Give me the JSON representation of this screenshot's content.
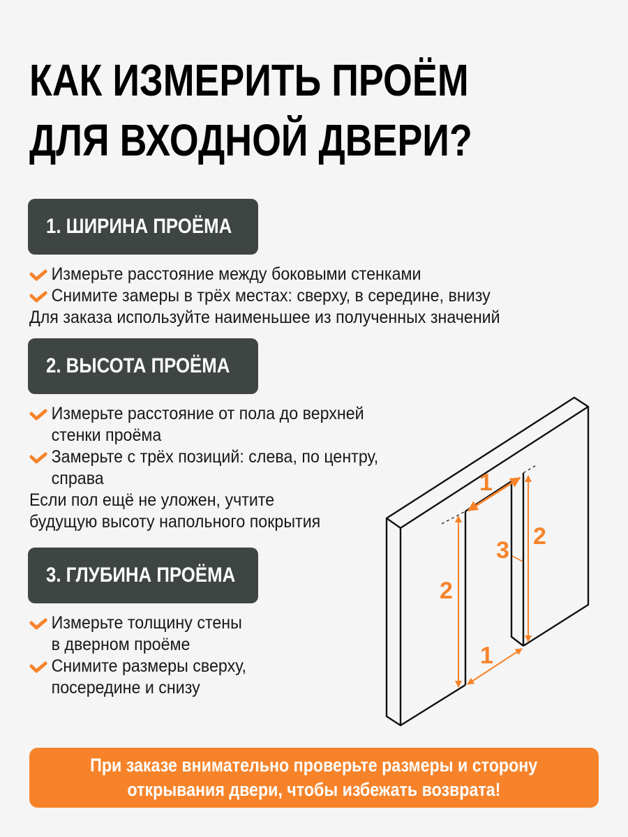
{
  "title": {
    "line1": "КАК ИЗМЕРИТЬ ПРОЁМ",
    "line2": "ДЛЯ ВХОДНОЙ ДВЕРИ?"
  },
  "sections": [
    {
      "heading": "1. ШИРИНА ПРОЁМА",
      "items": [
        "Измерьте расстояние между боковыми стенками",
        "Снимите замеры в трёх местах: сверху, в середине, внизу"
      ],
      "note": "Для заказа используйте наименьшее из полученных значений"
    },
    {
      "heading": "2. ВЫСОТА ПРОЁМА",
      "items": [
        [
          "Измерьте расстояние от пола до верхней",
          "стенки проёма"
        ],
        [
          "Замерьте с трёх позиций: слева, по центру,",
          "справа"
        ]
      ],
      "note": [
        "Если пол ещё не уложен, учтите",
        "будущую высоту напольного покрытия"
      ]
    },
    {
      "heading": "3. ГЛУБИНА ПРОЁМА",
      "items": [
        [
          "Измерьте толщину стены",
          "в дверном проёме"
        ],
        [
          "Снимите размеры сверху,",
          "посередине и снизу"
        ]
      ]
    }
  ],
  "diagram": {
    "labels": {
      "width_top": "1",
      "width_bottom": "1",
      "height_left": "2",
      "height_right": "2",
      "depth": "3"
    }
  },
  "banner": {
    "line1": "При заказе внимательно проверьте размеры и сторону",
    "line2": "открывания двери, чтобы избежать возврата!"
  },
  "colors": {
    "accent": "#f6832a",
    "pill": "#3f4542",
    "background": "#f5f5f5",
    "text": "#141414"
  },
  "icons": {
    "bullet": "check-icon"
  }
}
